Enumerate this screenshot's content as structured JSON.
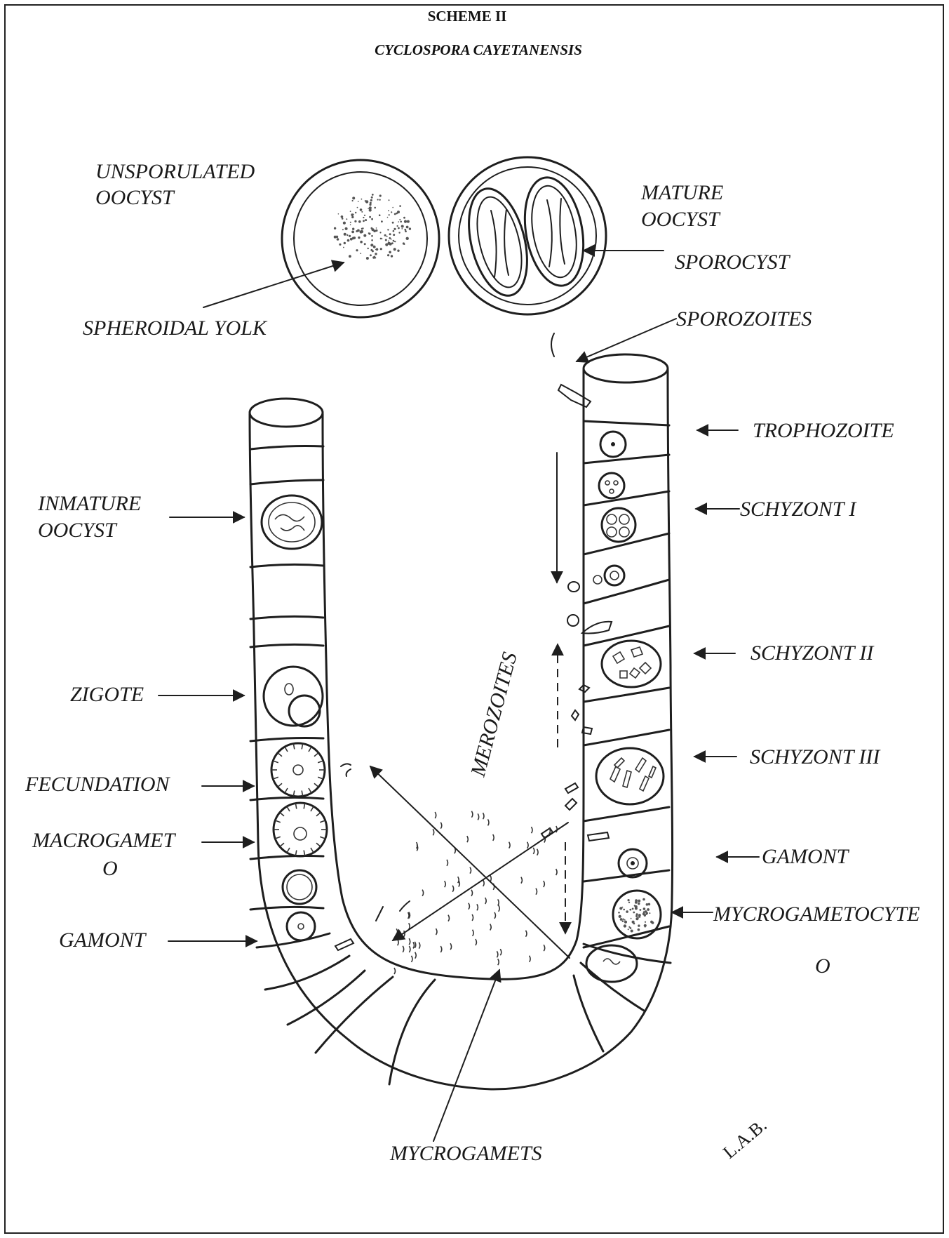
{
  "header": {
    "title": "SCHEME II",
    "subtitle": "CYCLOSPORA CAYETANENSIS"
  },
  "labels": {
    "unsporulated_oocyst_1": "UNSPORULATED",
    "unsporulated_oocyst_2": "OOCYST",
    "mature_oocyst_1": "MATURE",
    "mature_oocyst_2": "OOCYST",
    "sporocyst": "SPOROCYST",
    "spheroidal_yolk": "SPHEROIDAL YOLK",
    "sporozoites": "SPOROZOITES",
    "trophozoite": "TROPHOZOITE",
    "inmature_oocyst_1": "INMATURE",
    "inmature_oocyst_2": "OOCYST",
    "schyzont_1": "SCHYZONT I",
    "schyzont_2": "SCHYZONT II",
    "schyzont_3": "SCHYZONT III",
    "merozoites": "MEROZOITES",
    "zigote": "ZIGOTE",
    "fecundation": "FECUNDATION",
    "macrogameto_1": "MACROGAMET",
    "macrogameto_2": "O",
    "gamont_left": "GAMONT",
    "gamont_right": "GAMONT",
    "mycrogametocyte_1": "MYCROGAMETOCYTE",
    "mycrogametocyte_2": "O",
    "mycrogamets": "MYCROGAMETS",
    "signature": "L.A.B."
  },
  "colors": {
    "ink": "#1e1e1e",
    "paper": "#ffffff"
  }
}
